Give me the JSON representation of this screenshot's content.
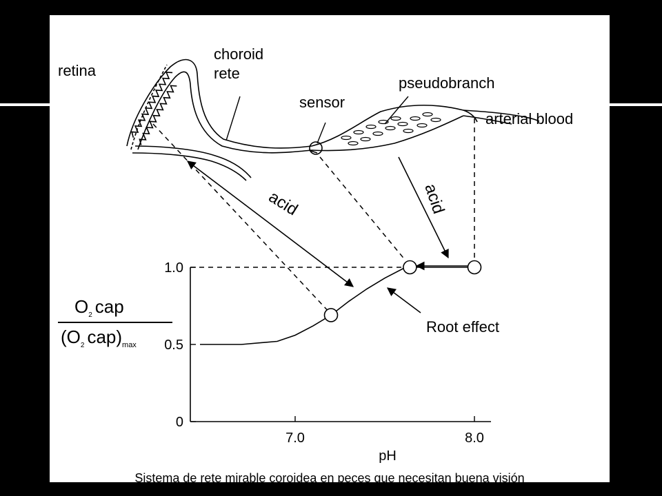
{
  "labels": {
    "retina": "retina",
    "choroid_line1": "choroid",
    "choroid_line2": "rete",
    "pseudobranch": "pseudobranch",
    "sensor": "sensor",
    "arterial_blood": "arterial blood",
    "acid_left": "acid",
    "acid_right": "acid",
    "root_effect": "Root effect",
    "ylabel_numerator_o": "O",
    "ylabel_numerator_sub": "2",
    "ylabel_numerator_rest": "cap",
    "ylabel_denominator_open": "(O",
    "ylabel_denominator_sub": "2",
    "ylabel_denominator_rest": "cap)",
    "ylabel_denominator_max": "max"
  },
  "chart_data": {
    "type": "line",
    "xlabel": "pH",
    "xlim": [
      6.5,
      8.1
    ],
    "ylim": [
      0,
      1.0
    ],
    "x_ticks": [
      "7.0",
      "8.0"
    ],
    "y_ticks": [
      "0",
      "0.5",
      "1.0"
    ],
    "curve": {
      "x": [
        6.5,
        6.7,
        6.9,
        7.0,
        7.1,
        7.2,
        7.3,
        7.4,
        7.5,
        7.6,
        7.65,
        8.0
      ],
      "y": [
        0.5,
        0.5,
        0.52,
        0.56,
        0.62,
        0.69,
        0.78,
        0.86,
        0.93,
        0.99,
        1.0,
        1.0
      ]
    },
    "points": [
      {
        "x": 7.2,
        "y": 0.69
      },
      {
        "x": 7.64,
        "y": 1.0
      },
      {
        "x": 8.0,
        "y": 1.0
      }
    ]
  },
  "caption": "Sistema de rete mirable coroidea en peces que necesitan buena visión"
}
